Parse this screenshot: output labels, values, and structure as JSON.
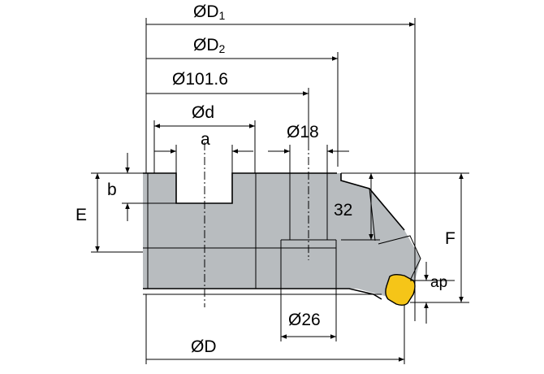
{
  "labels": {
    "D1": "ØD",
    "D1_sub": "1",
    "D2": "ØD",
    "D2_sub": "2",
    "dia_101_6": "Ø101.6",
    "d": "Ød",
    "a": "a",
    "dia_18": "Ø18",
    "b": "b",
    "E": "E",
    "dim_32": "32",
    "F": "F",
    "ap": "ap",
    "dia_26": "Ø26",
    "D": "ØD"
  },
  "colors": {
    "body": "#b8bcbf",
    "insert": "#f5c518",
    "line": "#000000"
  }
}
